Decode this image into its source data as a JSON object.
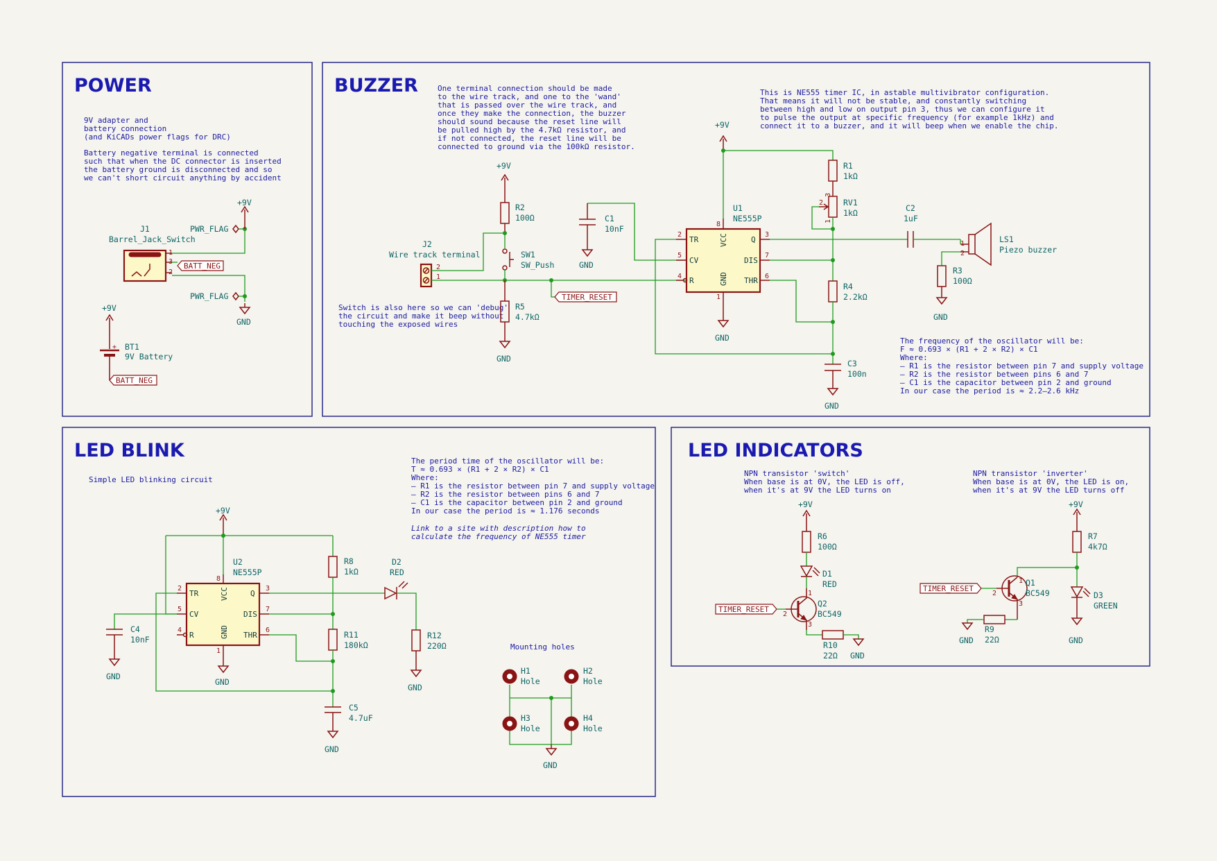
{
  "sections": {
    "power": "POWER",
    "buzzer": "BUZZER",
    "led_blink": "LED BLINK",
    "led_indicators": "LED INDICATORS"
  },
  "notes": {
    "power_1": [
      "9V adapter and",
      "battery connection",
      "(and KiCADs power flags for DRC)"
    ],
    "power_2": [
      "Battery negative terminal is connected",
      "such that when the DC connector is inserted",
      "the battery ground is disconnected and so",
      "we can't short circuit anything by accident"
    ],
    "buzzer_wand": [
      "One terminal connection should be made",
      "to the wire track, and one to the 'wand'",
      "that is passed over the wire track, and",
      "once they make the connection, the buzzer",
      "should sound because the reset line will",
      "be pulled high by the 4.7kΩ resistor, and",
      "if not connected, the reset line will be",
      "connected to ground via the 100kΩ resistor."
    ],
    "buzzer_switch": [
      "Switch is also here so we can 'debug'",
      "the circuit and make it beep without",
      "touching the exposed wires"
    ],
    "buzzer_ne555": [
      "This is NE555 timer IC, in astable multivibrator configuration.",
      "That means it will not be stable, and constantly switching",
      "between high and low on output pin 3, thus we can configure it",
      "to pulse the output at specific frequency (for example 1kHz) and",
      "connect it to a buzzer, and it will beep when we enable the chip."
    ],
    "buzzer_freq": [
      "The frequency of the oscillator will be:",
      "F ≈ 0.693 × (R1 + 2 × R2) × C1",
      "Where:",
      " – R1 is the resistor between pin 7 and supply voltage",
      " – R2 is the resistor between pins 6 and 7",
      " – C1 is the capacitor between pin 2 and ground",
      "In our case the period is ≈ 2.2–2.6 kHz"
    ],
    "blink_simple": [
      "Simple LED blinking circuit"
    ],
    "blink_period": [
      "The period time of the oscillator will be:",
      "T ≈ 0.693 × (R1 + 2 × R2) × C1",
      "Where:",
      " – R1 is the resistor between pin 7 and supply voltage",
      " – R2 is the resistor between pins 6 and 7",
      " – C1 is the capacitor between pin 2 and ground",
      "In our case the period is ≈ 1.176 seconds"
    ],
    "blink_link": [
      "Link to a site with description how to",
      "calculate the frequency of NE555 timer"
    ],
    "mounting": [
      "Mounting holes"
    ],
    "npn_switch": [
      "NPN transistor 'switch'",
      "When base is at 0V, the LED is off,",
      "when it's at 9V the LED turns on"
    ],
    "npn_inverter": [
      "NPN transistor 'inverter'",
      "When base is at 0V, the LED is on,",
      "when it's at 9V the LED turns off"
    ]
  },
  "power": {
    "plus9v": "+9V",
    "gnd": "GND",
    "pwr_flag": "PWR_FLAG",
    "batt_neg": "BATT_NEG",
    "timer_reset": "TIMER_RESET"
  },
  "parts": {
    "J1": {
      "ref": "J1",
      "value": "Barrel_Jack_Switch"
    },
    "BT1": {
      "ref": "BT1",
      "value": "9V Battery"
    },
    "J2": {
      "ref": "J2",
      "value": "Wire track terminal"
    },
    "R2": {
      "ref": "R2",
      "value": "100Ω"
    },
    "SW1": {
      "ref": "SW1",
      "value": "SW_Push"
    },
    "R5": {
      "ref": "R5",
      "value": "4.7kΩ"
    },
    "C1": {
      "ref": "C1",
      "value": "10nF"
    },
    "U1": {
      "ref": "U1",
      "value": "NE555P"
    },
    "R1": {
      "ref": "R1",
      "value": "1kΩ"
    },
    "RV1": {
      "ref": "RV1",
      "value": "1kΩ"
    },
    "R4": {
      "ref": "R4",
      "value": "2.2kΩ"
    },
    "C3": {
      "ref": "C3",
      "value": "100n"
    },
    "C2": {
      "ref": "C2",
      "value": "1uF"
    },
    "LS1": {
      "ref": "LS1",
      "value": "Piezo buzzer"
    },
    "R3": {
      "ref": "R3",
      "value": "100Ω"
    },
    "U2": {
      "ref": "U2",
      "value": "NE555P"
    },
    "C4": {
      "ref": "C4",
      "value": "10nF"
    },
    "R8": {
      "ref": "R8",
      "value": "1kΩ"
    },
    "R11": {
      "ref": "R11",
      "value": "180kΩ"
    },
    "C5": {
      "ref": "C5",
      "value": "4.7uF"
    },
    "D2": {
      "ref": "D2",
      "value": "RED"
    },
    "R12": {
      "ref": "R12",
      "value": "220Ω"
    },
    "H1": {
      "ref": "H1",
      "value": "Hole"
    },
    "H2": {
      "ref": "H2",
      "value": "Hole"
    },
    "H3": {
      "ref": "H3",
      "value": "Hole"
    },
    "H4": {
      "ref": "H4",
      "value": "Hole"
    },
    "R6": {
      "ref": "R6",
      "value": "100Ω"
    },
    "D1": {
      "ref": "D1",
      "value": "RED"
    },
    "Q2": {
      "ref": "Q2",
      "value": "BC549"
    },
    "R10": {
      "ref": "R10",
      "value": "22Ω"
    },
    "R7": {
      "ref": "R7",
      "value": "4k7Ω"
    },
    "Q1": {
      "ref": "Q1",
      "value": "BC549"
    },
    "D3": {
      "ref": "D3",
      "value": "GREEN"
    },
    "R9": {
      "ref": "R9",
      "value": "22Ω"
    }
  },
  "ne555_pins": {
    "tr": "TR",
    "cv": "CV",
    "r": "R",
    "vcc": "VCC",
    "gnd": "GND",
    "q": "Q",
    "dis": "DIS",
    "thr": "THR"
  },
  "pin_numbers": {
    "p1": "1",
    "p2": "2",
    "p3": "3",
    "p4": "4",
    "p5": "5",
    "p6": "6",
    "p7": "7",
    "p8": "8",
    "plus": "+"
  }
}
